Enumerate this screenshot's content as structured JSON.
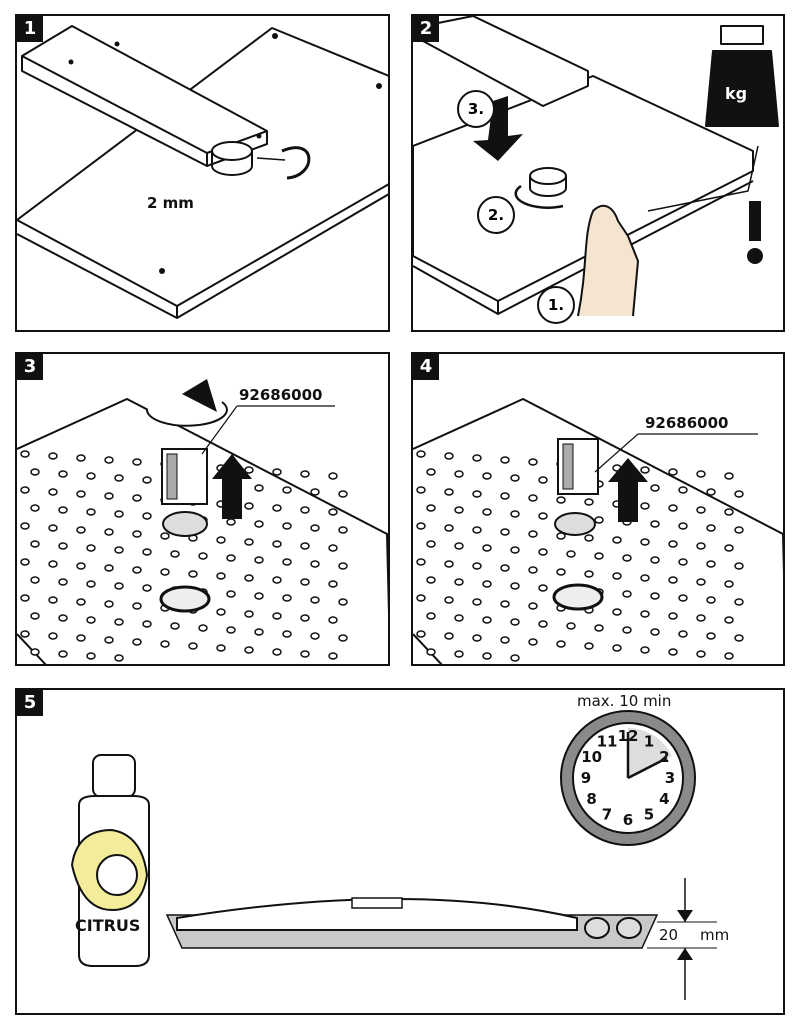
{
  "steps": [
    {
      "number": "1",
      "label": "2 mm"
    },
    {
      "number": "2",
      "weight_label": "kg",
      "warning": "!",
      "callouts": [
        "1.",
        "2.",
        "3."
      ]
    },
    {
      "number": "3",
      "part_number": "92686000"
    },
    {
      "number": "4",
      "part_number": "92686000"
    },
    {
      "number": "5",
      "timer_label": "max. 10 min",
      "bottle_label": "CITRUS",
      "depth_value": "20",
      "depth_unit": "mm"
    }
  ],
  "clock_numbers": [
    "12",
    "1",
    "2",
    "3",
    "4",
    "5",
    "6",
    "7",
    "8",
    "9",
    "10",
    "11"
  ],
  "colors": {
    "ink": "#111111",
    "clock_ring": "#8a8a8a",
    "lemon": "#f3ec9a",
    "liquid": "#c9c9c9",
    "panel_fill": "#ffffff"
  }
}
